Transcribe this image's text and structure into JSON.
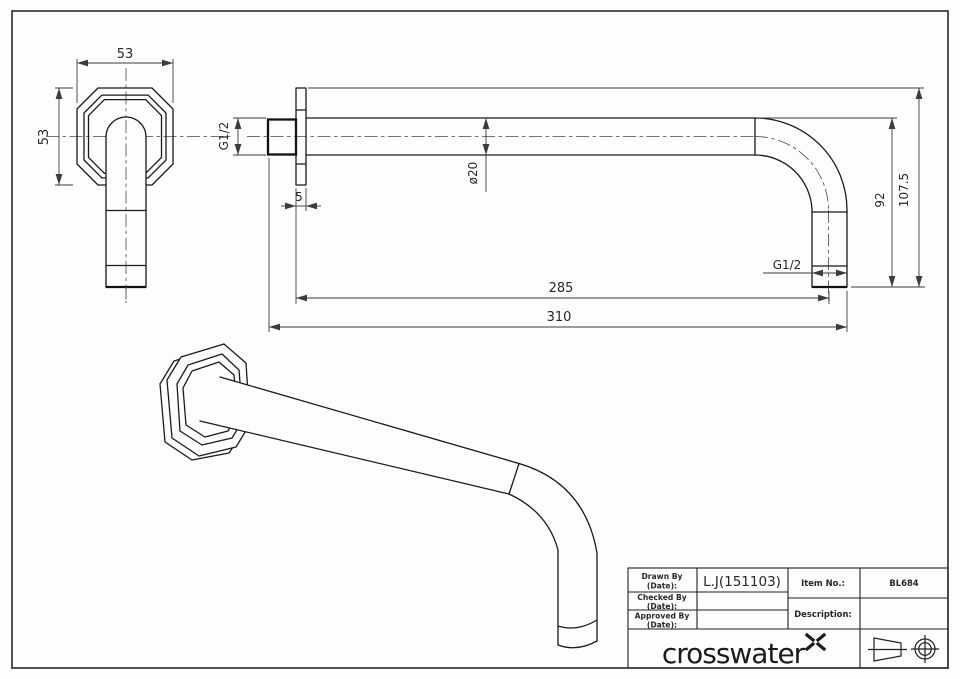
{
  "dimensions": {
    "front": {
      "width": "53",
      "height": "53"
    },
    "side": {
      "inlet_thread": "G1/2",
      "tube_diameter": "ø20",
      "flange_thickness": "5",
      "length_to_outlet_centre": "285",
      "overall_length": "310",
      "outlet_thread": "G1/2",
      "drop_to_tube_top": "92",
      "overall_height": "107.5"
    }
  },
  "title_block": {
    "drawn_by": {
      "label": "Drawn By",
      "date_label": "(Date):",
      "value": "L.J(151103)"
    },
    "checked_by": {
      "label": "Checked By",
      "date_label": "(Date):",
      "value": ""
    },
    "approved_by": {
      "label": "Approved By",
      "date_label": "(Date):",
      "value": ""
    },
    "item_no": {
      "label": "Item No.:",
      "value": "BL684"
    },
    "description": {
      "label": "Description:",
      "value": ""
    },
    "brand": "crosswater"
  },
  "colors": {
    "line": "#1a1a1a",
    "dimension_line": "#3c3c3c",
    "background": "#fdfdfd"
  }
}
